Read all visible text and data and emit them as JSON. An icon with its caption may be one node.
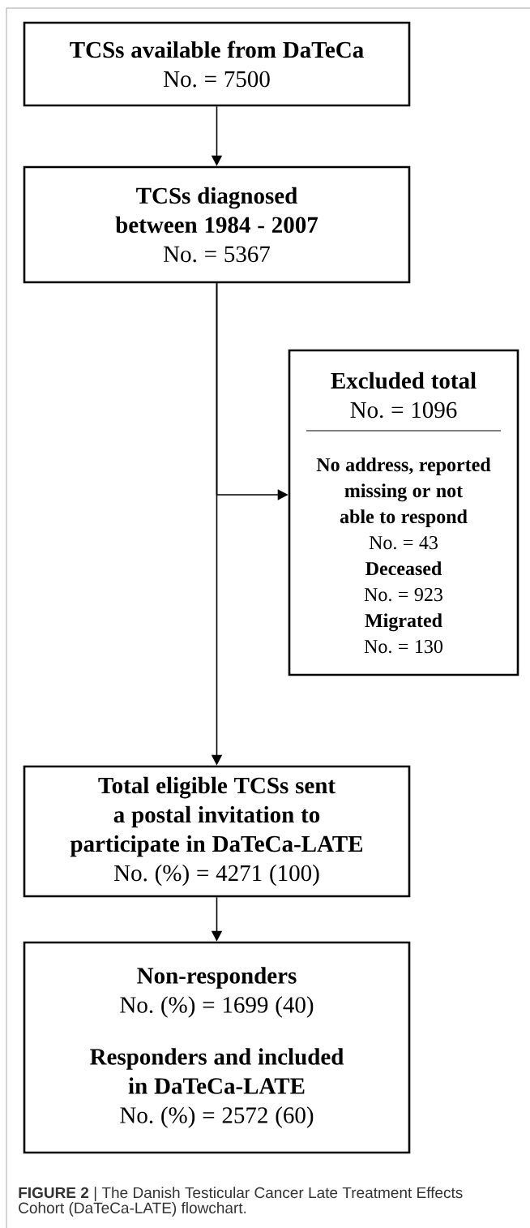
{
  "diagram": {
    "caption": "**FIGURE 2** | The Danish Testicular Cancer Late Treatment Effects Cohort (DaTeCa-LATE) flowchart.",
    "nodes": [
      {
        "text": [
          "TCSs available from DaTeCa",
          "No. = 7500"
        ]
      },
      {
        "text": [
          "TCSs diagnosed between 1984 - 2007",
          "No. = 5367"
        ]
      },
      {
        "text": [
          "Excluded total",
          "No. = 1096",
          "No address, reported missing or not able to respond",
          "No. = 43",
          "Deceased",
          "No. = 923",
          "Migrated",
          "No. = 130"
        ]
      },
      {
        "text": [
          "Total eligible TCSs sent a postal invitation to participate in DaTeCa-LATE",
          "No. (%) = 4271 (100)"
        ]
      },
      {
        "text": [
          "Non-responders",
          "No. (%) = 1699 (40)",
          "Responders and included in DaTeCa-LATE",
          "No. (%) = 2572 (60)"
        ]
      }
    ],
    "edges": [
      {
        "from": 0,
        "to": 1,
        "arrow": "to"
      },
      {
        "from": 1,
        "to": 2,
        "arrow": "to"
      },
      {
        "from": 1,
        "to": 3,
        "arrow": "to"
      },
      {
        "from": 3,
        "to": 4,
        "arrow": "to"
      }
    ]
  }
}
